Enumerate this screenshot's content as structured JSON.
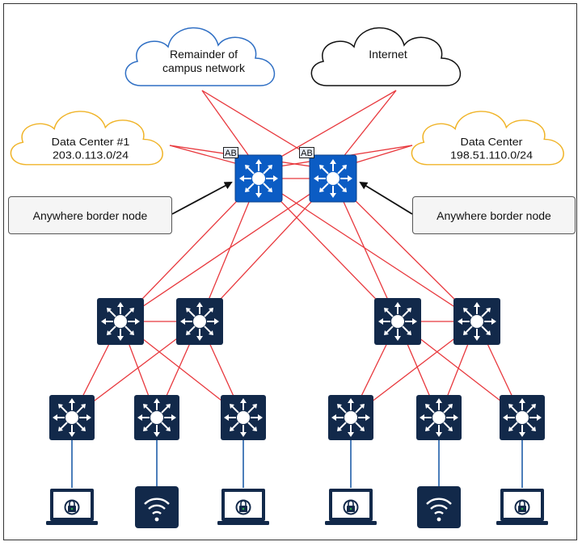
{
  "clouds": {
    "campus": {
      "line1": "Remainder of",
      "line2": "campus network",
      "color": "#2f6fc4"
    },
    "internet": {
      "line1": "Internet",
      "color": "#111111"
    },
    "dc1": {
      "line1": "Data Center #1",
      "line2": "203.0.113.0/24",
      "color": "#f0b429"
    },
    "dc2": {
      "line1": "Data Center",
      "line2": "198.51.110.0/24",
      "color": "#f0b429"
    }
  },
  "border_nodes": {
    "badge_left": "AB",
    "badge_right": "AB",
    "color": "#0b5cc4"
  },
  "callouts": {
    "left": "Anywhere border node",
    "right": "Anywhere border node"
  },
  "colors": {
    "link": "#e8383d",
    "access_link": "#1f5ea8",
    "switch": "#12294a",
    "border_switch": "#0b5cc4"
  },
  "endpoints": [
    "laptop",
    "wireless-ap",
    "laptop",
    "laptop",
    "wireless-ap",
    "laptop"
  ]
}
